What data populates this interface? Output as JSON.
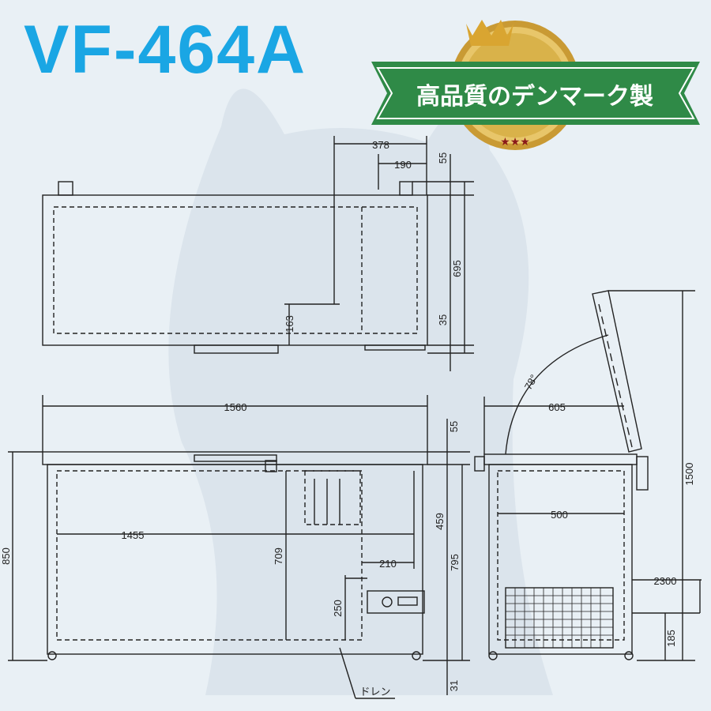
{
  "model": "VF-464A",
  "badge": {
    "text": "高品質のデンマーク製",
    "stars": "★★★"
  },
  "drawing": {
    "top_view": {
      "dim_378": "378",
      "dim_190": "190",
      "dim_55": "55",
      "dim_695": "695",
      "dim_35": "35",
      "dim_163": "163"
    },
    "front_view": {
      "dim_1560": "1560",
      "dim_55": "55",
      "dim_850": "850",
      "dim_1455": "1455",
      "dim_709": "709",
      "dim_459": "459",
      "dim_795": "795",
      "dim_210": "210",
      "dim_250": "250",
      "dim_31": "31",
      "drain_label": "ドレン"
    },
    "side_view": {
      "dim_78deg": "78°",
      "dim_605": "605",
      "dim_500": "500",
      "dim_1500": "1500",
      "dim_2300": "2300",
      "dim_185": "185"
    }
  },
  "colors": {
    "title": "#1aa6e4",
    "ribbon": "#2f8a47",
    "gold": "#d9b24a",
    "line": "#222222",
    "bg": "#e9f0f5"
  }
}
